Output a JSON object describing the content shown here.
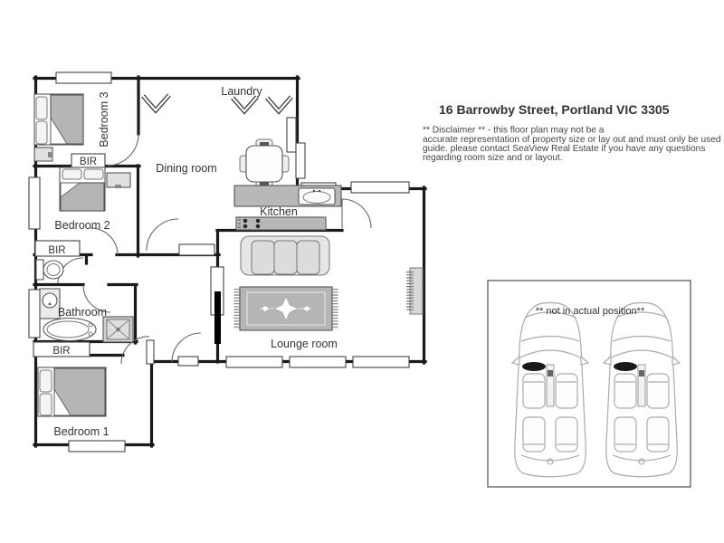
{
  "header": {
    "title": "16 Barrowby Street, Portland VIC 3305",
    "disclaimer_line1": "** Disclaimer ** - this floor plan may not be a",
    "disclaimer_line2": "accurate representation of property size or lay out and must only be used as a",
    "disclaimer_line3": "guide. please contact SeaView Real Estate if you have any questions",
    "disclaimer_line4": "regarding room size and or layout."
  },
  "rooms": {
    "bedroom3": "Bedroom 3",
    "bedroom2": "Bedroom 2",
    "bedroom1": "Bedroom 1",
    "dining": "Dining room",
    "laundry": "Laundry",
    "kitchen": "Kitchen",
    "bathroom": "Bathroom",
    "lounge": "Lounge room"
  },
  "wardrobes": {
    "bir_bedroom3": "BIR",
    "bir_bedroom2": "BIR",
    "bir_bedroom1": "BIR"
  },
  "garage": {
    "note": "** not in actual position**"
  },
  "colors": {
    "wall": "#1a1a1a",
    "furniture_gray": "#b5b5b5",
    "light_gray": "#e0e0e0",
    "car_outline": "#ababab"
  }
}
